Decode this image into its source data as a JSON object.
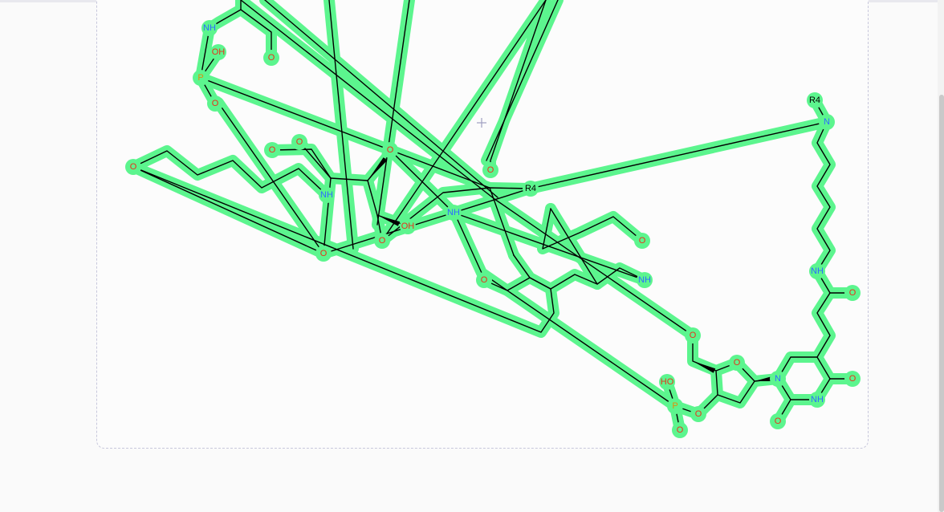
{
  "colors": {
    "highlight": "#5cf58e",
    "bond": "#000000",
    "nitrogen": "#2e6bff",
    "oxygen": "#e8311b",
    "phosphorus": "#e0900a",
    "generic": "#000000"
  },
  "crosshair_icon": "crosshair-icon",
  "atoms": [
    {
      "id": "nh1",
      "label": "NH",
      "el": "N"
    },
    {
      "id": "oh1",
      "label": "OH",
      "el": "O"
    },
    {
      "id": "p1",
      "label": "P",
      "el": "P"
    },
    {
      "id": "o_p1",
      "label": "O",
      "el": "O"
    },
    {
      "id": "o_top",
      "label": "O",
      "el": "O"
    },
    {
      "id": "o_left",
      "label": "O",
      "el": "O"
    },
    {
      "id": "o_a",
      "label": "O",
      "el": "O"
    },
    {
      "id": "o_b",
      "label": "O",
      "el": "O"
    },
    {
      "id": "o_c",
      "label": "O",
      "el": "O"
    },
    {
      "id": "nh2",
      "label": "NH",
      "el": "N"
    },
    {
      "id": "o_d",
      "label": "O",
      "el": "O"
    },
    {
      "id": "oh2",
      "label": "OH",
      "el": "O"
    },
    {
      "id": "o_e",
      "label": "O",
      "el": "O"
    },
    {
      "id": "nh3",
      "label": "NH",
      "el": "N"
    },
    {
      "id": "o_f",
      "label": "O",
      "el": "O"
    },
    {
      "id": "r4a",
      "label": "R4",
      "el": "R"
    },
    {
      "id": "o_g",
      "label": "O",
      "el": "O"
    },
    {
      "id": "nh4",
      "label": "NH",
      "el": "N"
    },
    {
      "id": "o_h",
      "label": "O",
      "el": "O"
    },
    {
      "id": "r4b",
      "label": "R4",
      "el": "R"
    },
    {
      "id": "n1",
      "label": "N",
      "el": "N"
    },
    {
      "id": "nh5",
      "label": "NH",
      "el": "N"
    },
    {
      "id": "o_i",
      "label": "O",
      "el": "O"
    },
    {
      "id": "o_j",
      "label": "O",
      "el": "O"
    },
    {
      "id": "o_ring",
      "label": "O",
      "el": "O"
    },
    {
      "id": "n2",
      "label": "N",
      "el": "N"
    },
    {
      "id": "o_k",
      "label": "O",
      "el": "O"
    },
    {
      "id": "nh6",
      "label": "NH",
      "el": "N"
    },
    {
      "id": "o_l",
      "label": "O",
      "el": "O"
    },
    {
      "id": "ho1",
      "label": "HO",
      "el": "O"
    },
    {
      "id": "p2",
      "label": "P",
      "el": "P"
    },
    {
      "id": "o_m",
      "label": "O",
      "el": "O"
    },
    {
      "id": "o_n",
      "label": "O",
      "el": "O"
    }
  ]
}
